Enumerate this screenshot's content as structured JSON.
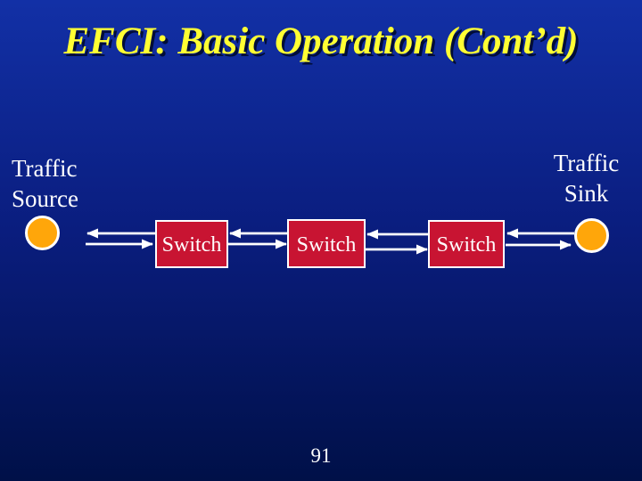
{
  "slide": {
    "title": "EFCI: Basic Operation (Cont’d)",
    "page_number": "91"
  },
  "diagram": {
    "source": {
      "line1": "Traffic",
      "line2": "Source"
    },
    "sink": {
      "line1": "Traffic",
      "line2": "Sink"
    },
    "switches": [
      {
        "label": "Switch"
      },
      {
        "label": "Switch"
      },
      {
        "label": "Switch"
      }
    ],
    "flow": {
      "forward_direction": "left-to-right along bottom arrows",
      "feedback_direction": "right-to-left along top arrows"
    }
  },
  "colors": {
    "background_top": "#1230a6",
    "background_mid": "#0a1d7e",
    "background_bottom": "#001048",
    "title_text": "#ffff33",
    "title_shadow": "#000d38",
    "switch_fill": "#c81432",
    "switch_border": "#ffffff",
    "node_fill": "#ffa60a",
    "node_border": "#ffffff",
    "arrow": "#ffffff",
    "label_text": "#ffffff"
  }
}
